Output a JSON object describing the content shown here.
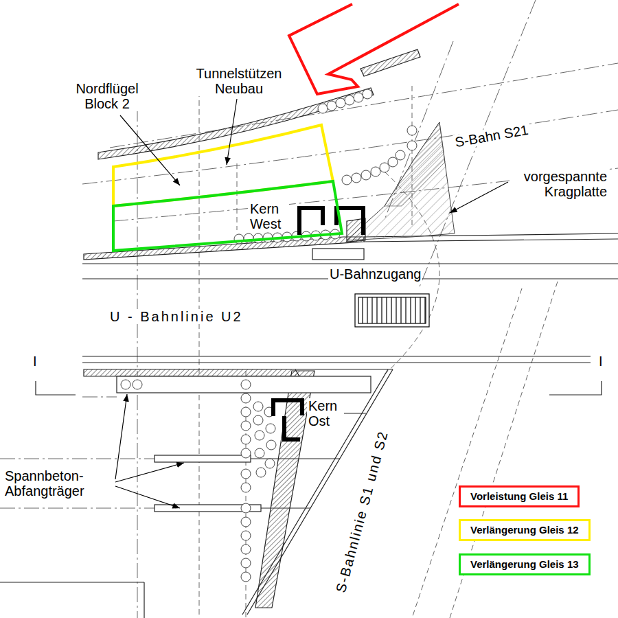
{
  "diagram": {
    "labels": [
      "Nordflügel Block 2",
      "Tunnelstützen Neubau",
      "S-Bahn S21",
      "vorgespannte Kragplatte",
      "Kern West",
      "U-Bahnzugang",
      "U - Bahnlinie U2",
      "I",
      "I",
      "Kern Ost",
      "Spannbeton- Abfangträger",
      "S-Bahnlinie S1 und S2"
    ],
    "legend": [
      {
        "text": "Vorleistung Gleis 11",
        "color": "#ff1010"
      },
      {
        "text": "Verlängerung Gleis 12",
        "color": "#ffee00"
      },
      {
        "text": "Verlängerung Gleis 13",
        "color": "#11e011"
      }
    ]
  }
}
